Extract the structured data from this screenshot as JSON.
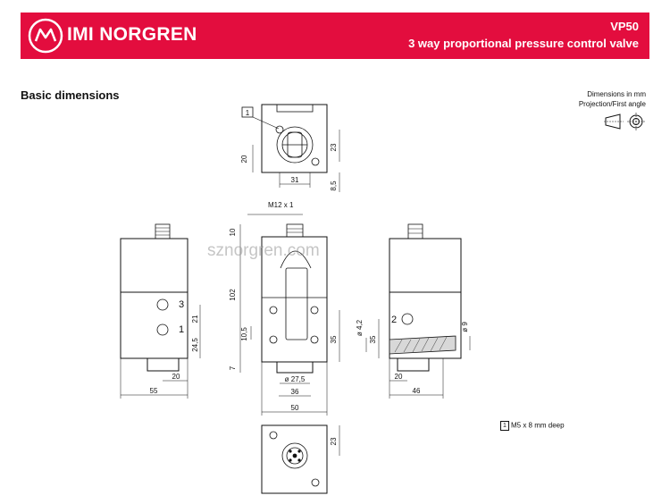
{
  "header": {
    "brand": "IMI NORGREN",
    "code": "VP50",
    "title": "3 way proportional pressure control valve",
    "color": "#e30d3e"
  },
  "section_title": "Basic dimensions",
  "units_note": {
    "line1": "Dimensions in mm",
    "line2": "Projection/First angle"
  },
  "icons": {
    "logo": "norgren-logo-icon",
    "projection": "first-angle-projection-icon"
  },
  "dimensions": {
    "top_view": {
      "d1": "1",
      "d20": "20",
      "d23": "23",
      "d31": "31",
      "d85": "8,5"
    },
    "front_view": {
      "m12": "M12 x 1",
      "d10": "10",
      "d102": "102",
      "d105": "10,5",
      "d7": "7",
      "d35": "35",
      "d275": "ø 27,5",
      "d36": "36",
      "d50": "50"
    },
    "left_view": {
      "p3": "3",
      "p1": "1",
      "d21": "21",
      "d245": "24,5",
      "d20": "20",
      "d55": "55"
    },
    "right_view": {
      "p2": "2",
      "d42": "ø 4,2",
      "d35": "35",
      "d9": "ø 9",
      "d20": "20",
      "d46": "46"
    },
    "bottom_view": {
      "d23": "23"
    }
  },
  "footnote": {
    "marker": "1",
    "text": "M5 x 8 mm deep"
  },
  "watermark": "sznorgren.com"
}
